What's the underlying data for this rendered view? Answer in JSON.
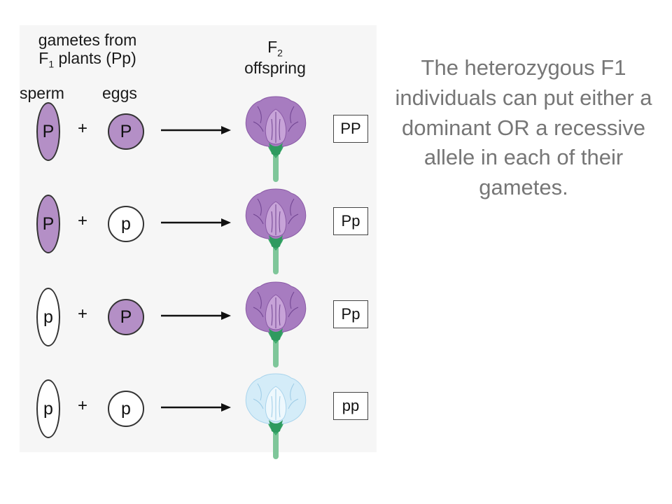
{
  "header": {
    "gametes_line1": "gametes from",
    "gametes_line2_pre": "F",
    "gametes_line2_sub": "1",
    "gametes_line2_post": " plants (Pp)",
    "f2_pre": "F",
    "f2_sub": "2",
    "f2_line2": "offspring",
    "sperm_label": "sperm",
    "eggs_label": "eggs"
  },
  "rows": [
    {
      "sperm": "P",
      "plus": "+",
      "egg": "P",
      "genotype": "PP"
    },
    {
      "sperm": "P",
      "plus": "+",
      "egg": "p",
      "genotype": "Pp"
    },
    {
      "sperm": "p",
      "plus": "+",
      "egg": "P",
      "genotype": "Pp"
    },
    {
      "sperm": "p",
      "plus": "+",
      "egg": "p",
      "genotype": "pp"
    }
  ],
  "colors": {
    "dominant_fill": "#b48fc6",
    "recessive_fill": "#ffffff",
    "purple_flower": "#a77cc0",
    "white_flower": "#d4ecf8",
    "stem": "#2f9a5f",
    "caption_text": "#767676"
  },
  "caption": "The heterozygous F1 individuals can put either a dominant OR a recessive allele in each of their gametes."
}
